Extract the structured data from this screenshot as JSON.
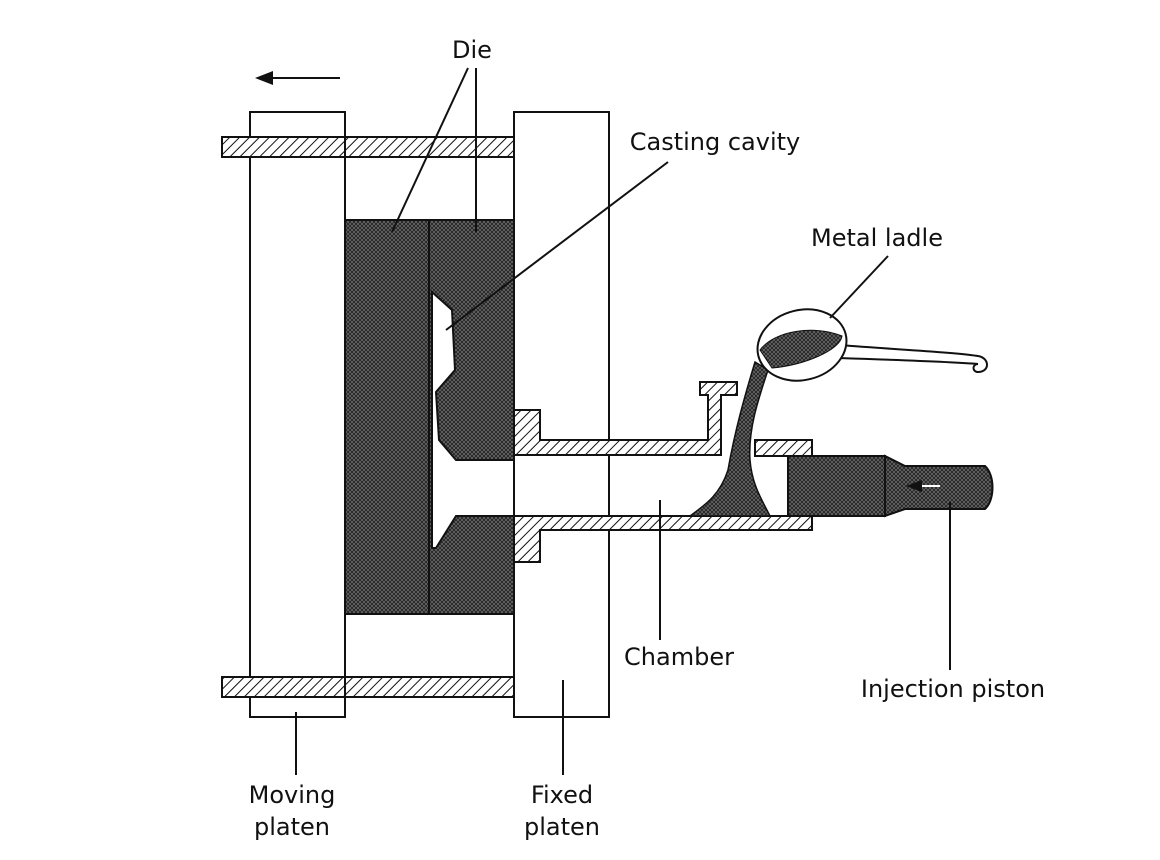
{
  "labels": {
    "die": "Die",
    "casting_cavity": "Casting cavity",
    "metal_ladle": "Metal ladle",
    "chamber": "Chamber",
    "injection_piston": "Injection piston",
    "moving_platen_line1": "Moving",
    "moving_platen_line2": "platen",
    "fixed_platen_line1": "Fixed",
    "fixed_platen_line2": "platen"
  },
  "colors": {
    "line": "#111111",
    "background": "#ffffff",
    "die_fill": "#555555",
    "hatch": "#111111"
  },
  "icons": {
    "motion_arrow": "left-arrow-icon",
    "piston_arrow": "left-arrow-icon"
  }
}
